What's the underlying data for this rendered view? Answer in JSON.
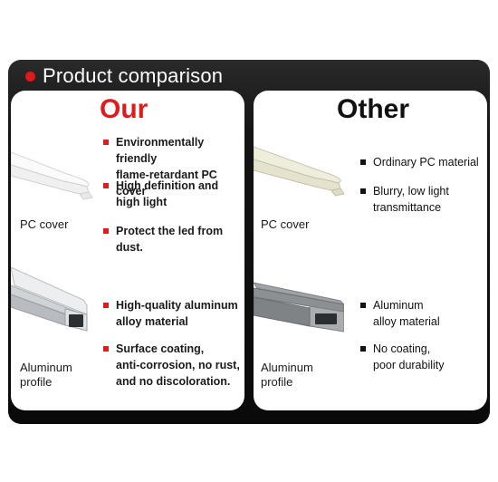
{
  "header": {
    "title": "Product comparison"
  },
  "left": {
    "title": "Our",
    "pc_caption": "PC cover",
    "profile_caption_line1": "Aluminum",
    "profile_caption_line2": "profile",
    "bullets": [
      [
        "Environmentally friendly",
        "flame-retardant PC cover"
      ],
      [
        "High definition and",
        "high light"
      ],
      [
        "Protect the led from dust."
      ],
      [
        "High-quality aluminum",
        "alloy material"
      ],
      [
        "Surface coating,",
        "anti-corrosion, no rust,",
        "and no discoloration."
      ]
    ]
  },
  "right": {
    "title": "Other",
    "pc_caption": "PC cover",
    "profile_caption_line1": "Aluminum",
    "profile_caption_line2": "profile",
    "bullets": [
      [
        "Ordinary PC material"
      ],
      [
        "Blurry, low light",
        "transmittance"
      ],
      [
        "Aluminum",
        "alloy material"
      ],
      [
        "No coating,",
        "poor durability"
      ]
    ]
  },
  "colors": {
    "accent": "#e11b1b",
    "frame": "#111111",
    "panel": "#ffffff"
  }
}
